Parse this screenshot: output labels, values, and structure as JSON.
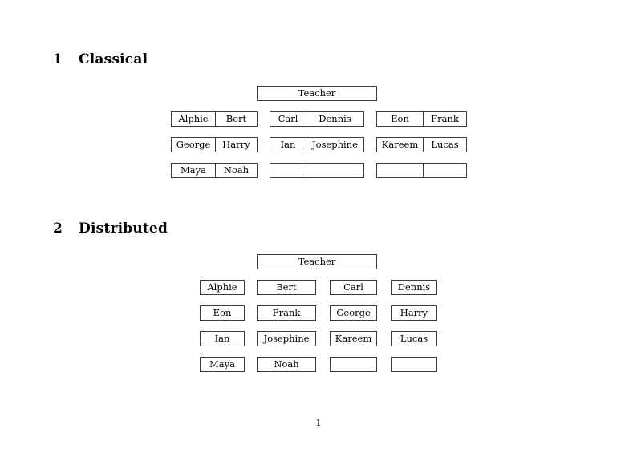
{
  "document": {
    "page_number": "1",
    "sections": [
      {
        "number": "1",
        "title": "Classical",
        "teacher_label": "Teacher",
        "groups": [
          {
            "rows": [
              [
                "Alphie",
                "Bert"
              ],
              [
                "George",
                "Harry"
              ],
              [
                "Maya",
                "Noah"
              ]
            ]
          },
          {
            "rows": [
              [
                "Carl",
                "Dennis"
              ],
              [
                "Ian",
                "Josephine"
              ],
              [
                "",
                ""
              ]
            ]
          },
          {
            "rows": [
              [
                "Eon",
                "Frank"
              ],
              [
                "Kareem",
                "Lucas"
              ],
              [
                "",
                ""
              ]
            ]
          }
        ]
      },
      {
        "number": "2",
        "title": "Distributed",
        "teacher_label": "Teacher",
        "rows": [
          [
            "Alphie",
            "Bert",
            "Carl",
            "Dennis"
          ],
          [
            "Eon",
            "Frank",
            "George",
            "Harry"
          ],
          [
            "Ian",
            "Josephine",
            "Kareem",
            "Lucas"
          ],
          [
            "Maya",
            "Noah",
            "",
            ""
          ]
        ]
      }
    ]
  }
}
